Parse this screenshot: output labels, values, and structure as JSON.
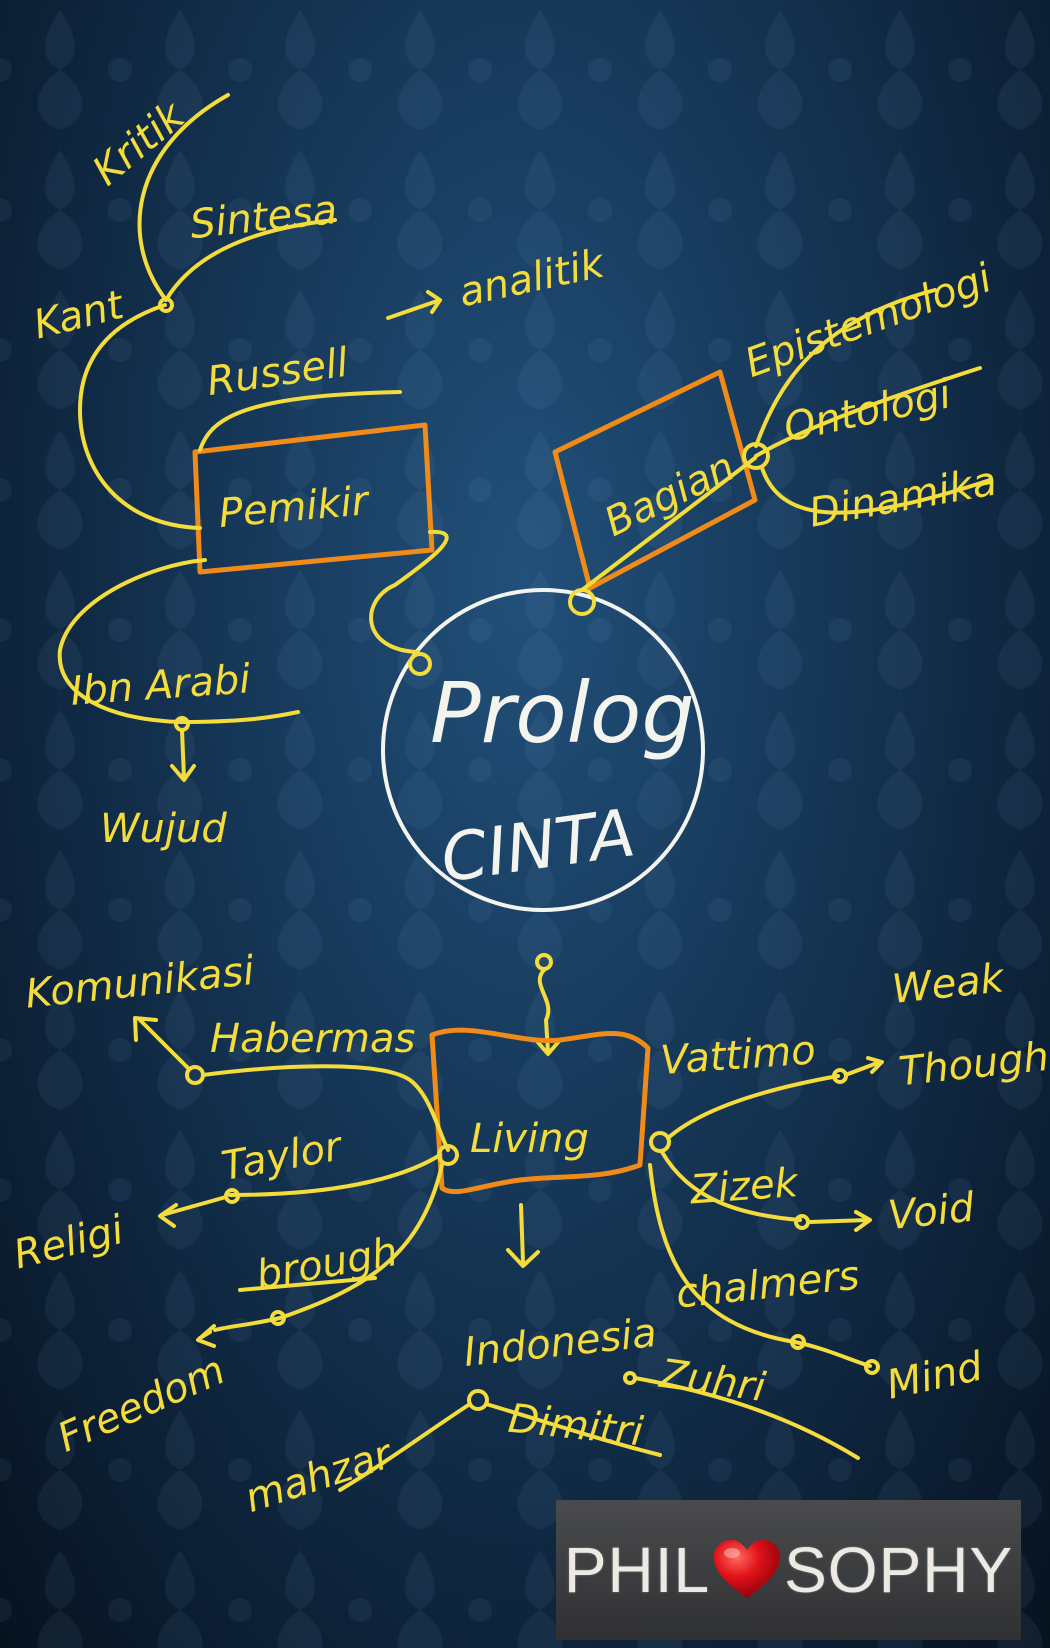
{
  "center": {
    "line1": "Prolog",
    "line2": "CINTA"
  },
  "branches": {
    "pemikir": {
      "label": "Pemikir",
      "kant": "Kant",
      "kritik": "Kritik",
      "sintesa": "Sintesa",
      "russell": "Russell",
      "analitik": "analitik",
      "ibn_arabi": "Ibn Arabi",
      "wujud": "Wujud"
    },
    "bagian": {
      "label": "Bagian",
      "epistemologi": "Epistemologi",
      "ontologi": "Ontologi",
      "dinamika": "Dinamika"
    },
    "living": {
      "label": "Living",
      "komunikasi": "Komunikasi",
      "habermas": "Habermas",
      "taylor": "Taylor",
      "religi": "Religi",
      "brough": "brough",
      "freedom": "Freedom",
      "vattimo": "Vattimo",
      "weak": "Weak",
      "thought": "Thought",
      "zizek": "Zizek",
      "void": "Void",
      "chalmers": "chalmers",
      "mind": "Mind",
      "indonesia": "Indonesia",
      "zuhri": "Zuhri",
      "mahzar": "mahzar",
      "dimitri": "Dimitri"
    }
  },
  "badge": {
    "left": "PHIL",
    "right": "SOPHY",
    "heart_icon": "heart-icon"
  },
  "colors": {
    "background": "#173a5c",
    "ink_yellow": "#f3dc3c",
    "ink_orange": "#f08a18",
    "ink_white": "#f4f4ee",
    "heart": "#e0121a"
  }
}
